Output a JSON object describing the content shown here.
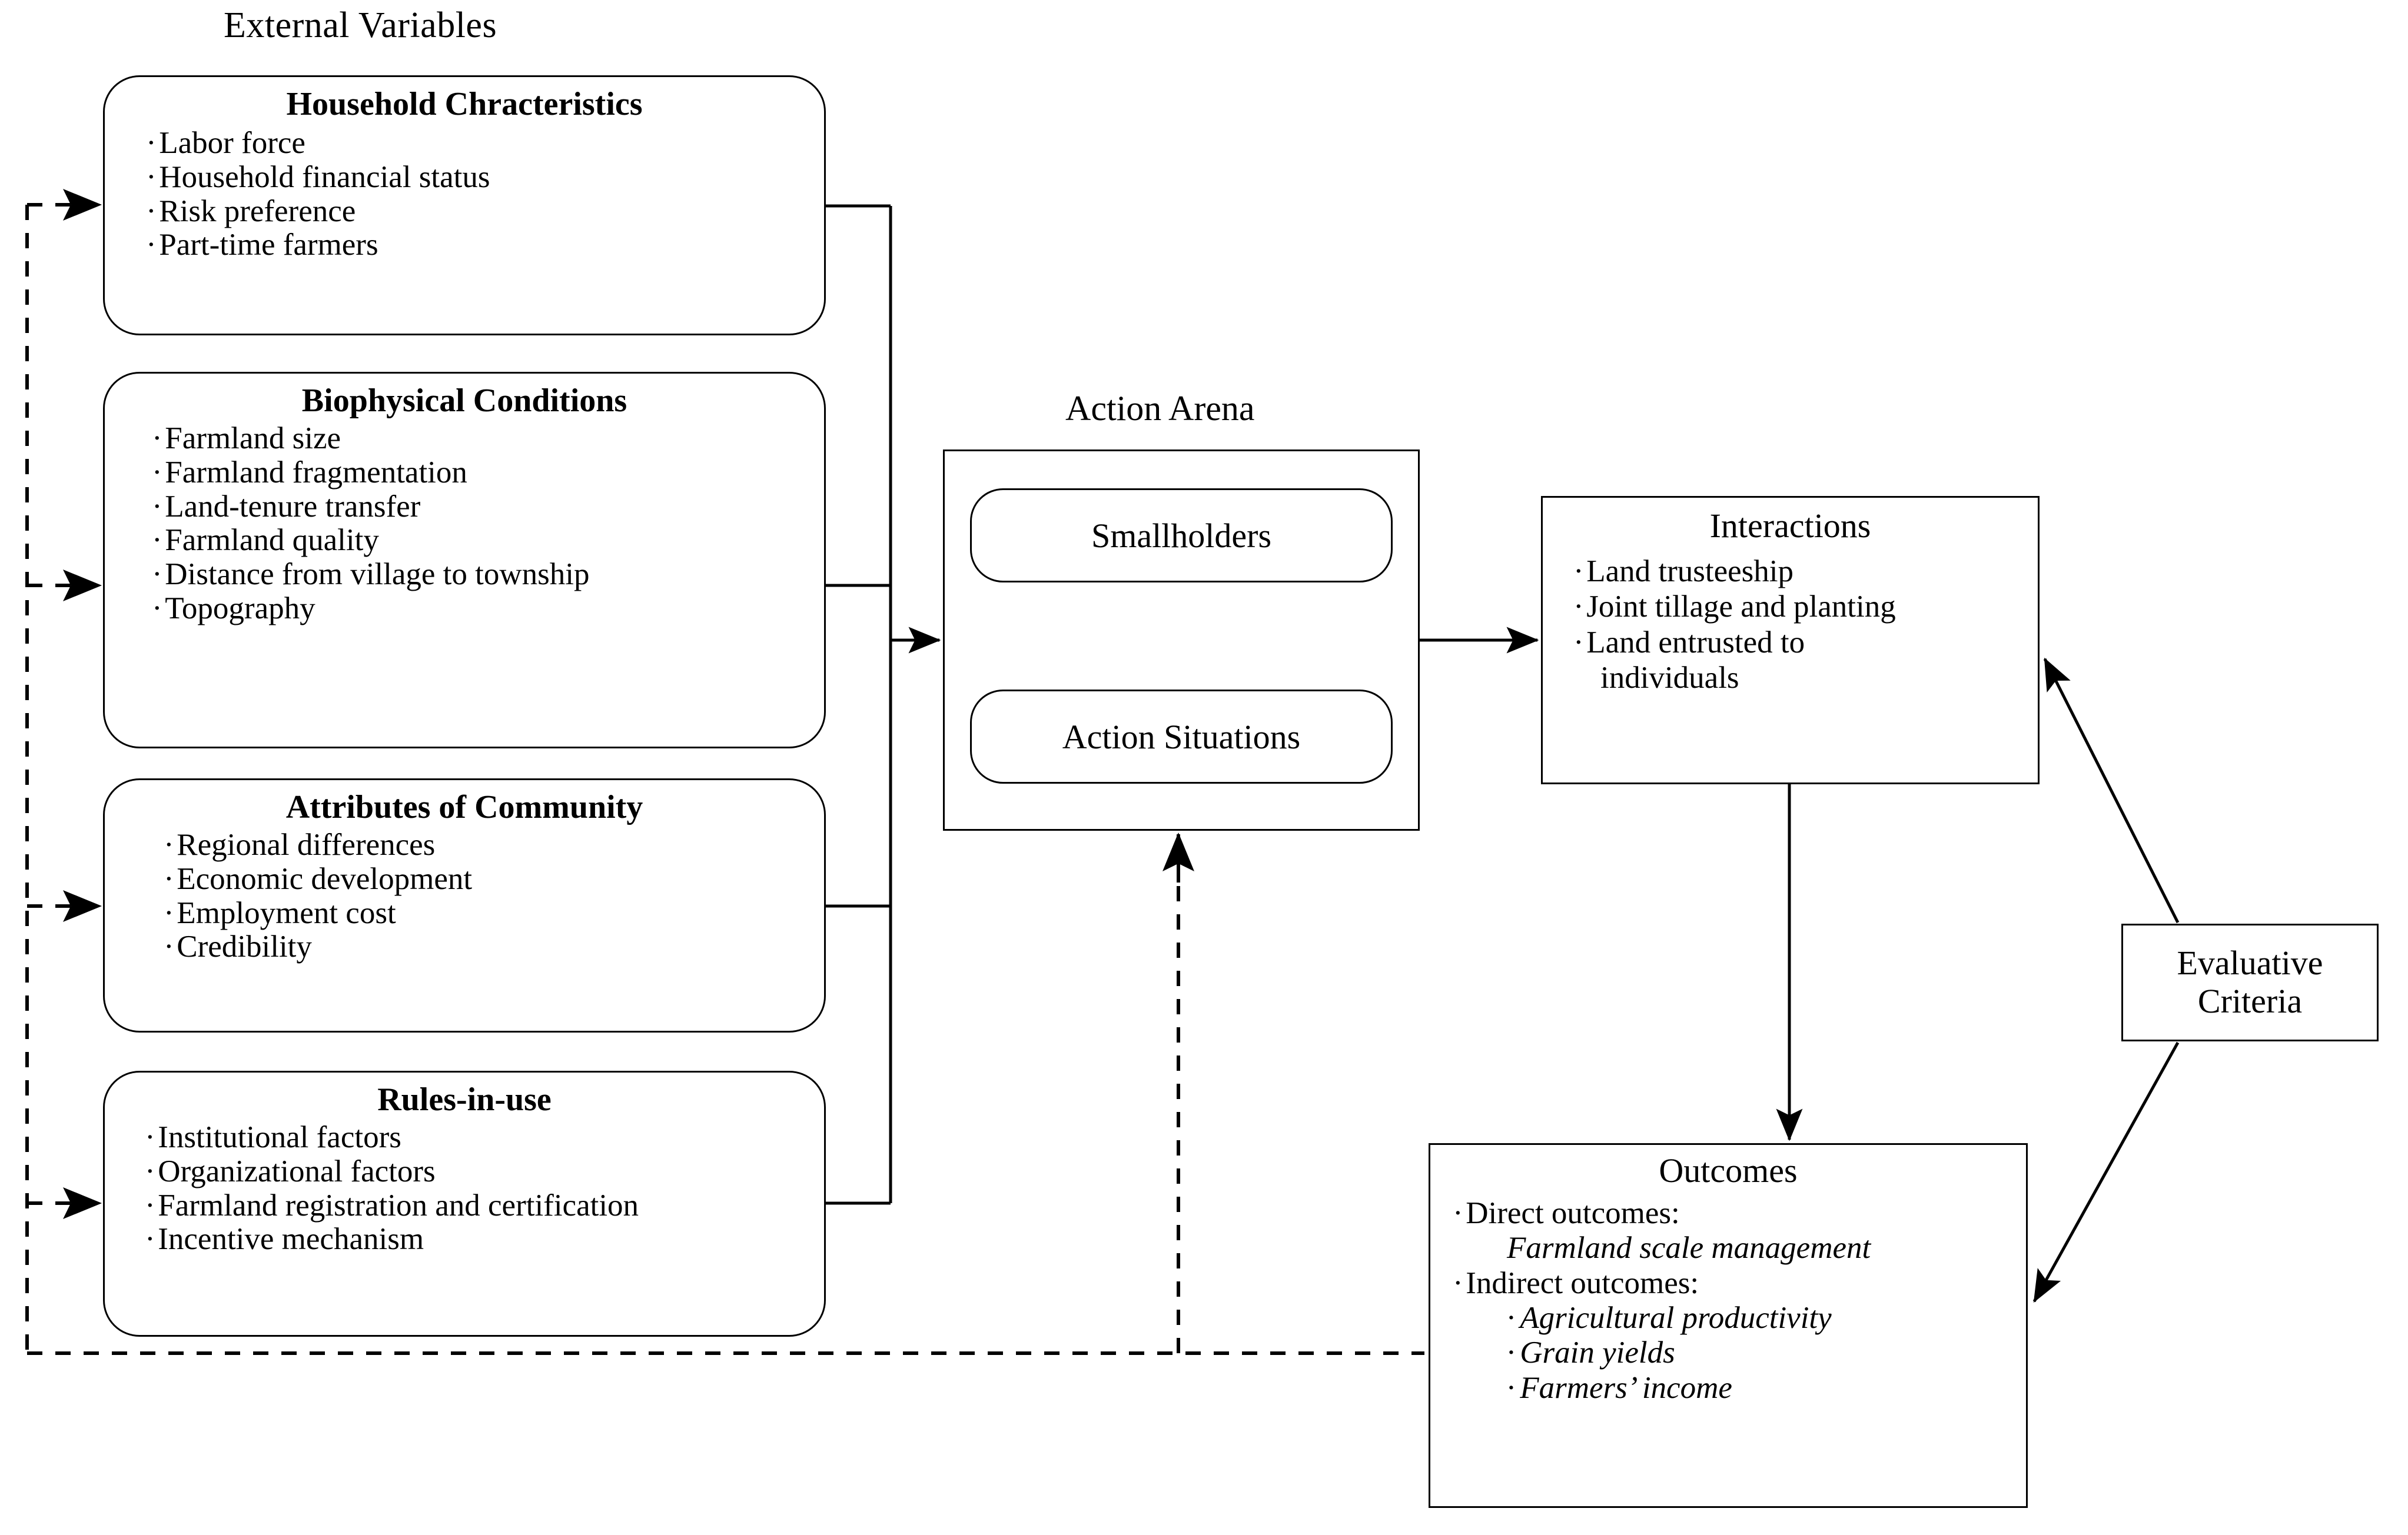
{
  "diagram": {
    "title_external": "External Variables",
    "title_action_arena": "Action Arena"
  },
  "external_variables": {
    "boxes": [
      {
        "heading": "Household Chracteristics",
        "items": [
          "Labor force",
          "Household financial status",
          "Risk preference",
          "Part-time farmers"
        ]
      },
      {
        "heading": "Biophysical Conditions",
        "items": [
          "Farmland size",
          "Farmland fragmentation",
          "Land-tenure transfer",
          "Farmland quality",
          "Distance from village to township",
          "Topography"
        ]
      },
      {
        "heading": "Attributes of Community",
        "items": [
          "Regional differences",
          "Economic development",
          "Employment cost",
          "Credibility"
        ]
      },
      {
        "heading": "Rules-in-use",
        "items": [
          "Institutional factors",
          "Organizational factors",
          "Farmland registration and certification",
          "Incentive mechanism"
        ]
      }
    ]
  },
  "action_arena": {
    "label": "Action Arena",
    "smallholders": "Smallholders",
    "action_situations": "Action Situations"
  },
  "interactions": {
    "heading": "Interactions",
    "items": [
      "Land trusteeship",
      "Joint tillage and planting",
      "Land entrusted to",
      "individuals"
    ]
  },
  "outcomes": {
    "heading": "Outcomes",
    "direct_label": "Direct outcomes:",
    "direct_value": "Farmland scale management",
    "indirect_label": "Indirect outcomes:",
    "indirect_values": [
      "Agricultural productivity",
      "Grain yields",
      "Farmers’ income"
    ]
  },
  "evaluative_criteria": {
    "line1": "Evaluative",
    "line2": "Criteria"
  },
  "bullet": "·",
  "colors": {
    "stroke": "#000000",
    "background": "#ffffff"
  }
}
